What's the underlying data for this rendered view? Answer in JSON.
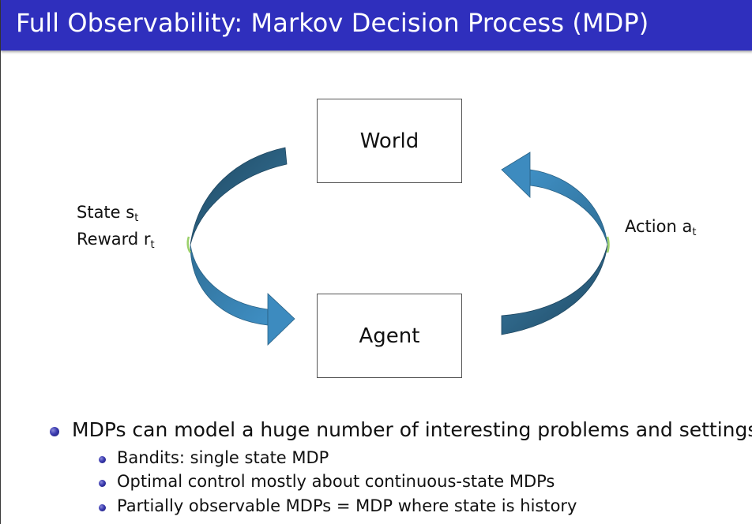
{
  "slide": {
    "title": "Full Observability: Markov Decision Process (MDP)"
  },
  "diagram": {
    "world_label": "World",
    "agent_label": "Agent",
    "state_label": "State s",
    "state_sub": "t",
    "reward_label": "Reward r",
    "reward_sub": "t",
    "action_label": "Action a",
    "action_sub": "t"
  },
  "bullets": {
    "main": "MDPs can model a huge number of interesting problems and settings",
    "sub": [
      "Bandits: single state MDP",
      "Optimal control mostly about continuous-state MDPs",
      "Partially observable MDPs = MDP where state is history"
    ]
  },
  "colors": {
    "title_bar": "#2f2fbd",
    "arrow_dark": "#2a5a78",
    "arrow_light": "#3a8dc0",
    "arrow_tip_green": "#9bd06a"
  }
}
